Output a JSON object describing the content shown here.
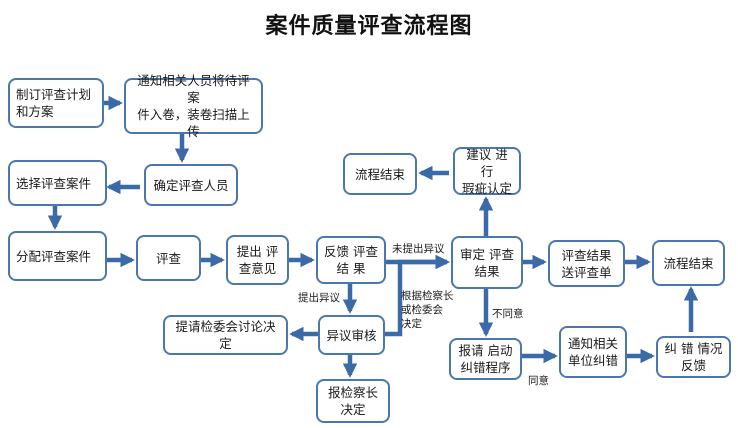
{
  "title": "案件质量评查流程图",
  "nodes": {
    "make_plan": "制订评查计划\n和方案",
    "notify_scan": "通知相关人员将待评案\n件入卷，装卷扫描上传",
    "assign_staff": "确定评查人员",
    "select_cases": "选择评查案件",
    "distribute_cases": "分配评查案件",
    "review": "评查",
    "propose_opinion": "提出 评\n查意见",
    "feedback_result": "反馈 评查\n结 果",
    "objection_review": "异议审核",
    "committee_discuss": "提请检委会讨论决定",
    "chief_decision": "报检察长\n决定",
    "determine_result": "审定 评查\n结果",
    "suggest_audit": "建议 进行\n瑕疵认定",
    "end_top": "流程结束",
    "send_result": "评查结果\n送评查单",
    "end_right": "流程结束",
    "start_correction": "报请 启动\n纠错程序",
    "notify_unit": "通知相关\n单位纠错",
    "correction_feedback": "纠 错 情况\n反馈"
  },
  "edge_labels": {
    "no_objection": "未提出异议",
    "objection": "提出异议",
    "by_decision": "根据检察长\n或检委会\n决定",
    "disagree": "不同意",
    "agree": "同意"
  },
  "colors": {
    "border": "#4a77ae",
    "arrow": "#3b6aa8"
  }
}
